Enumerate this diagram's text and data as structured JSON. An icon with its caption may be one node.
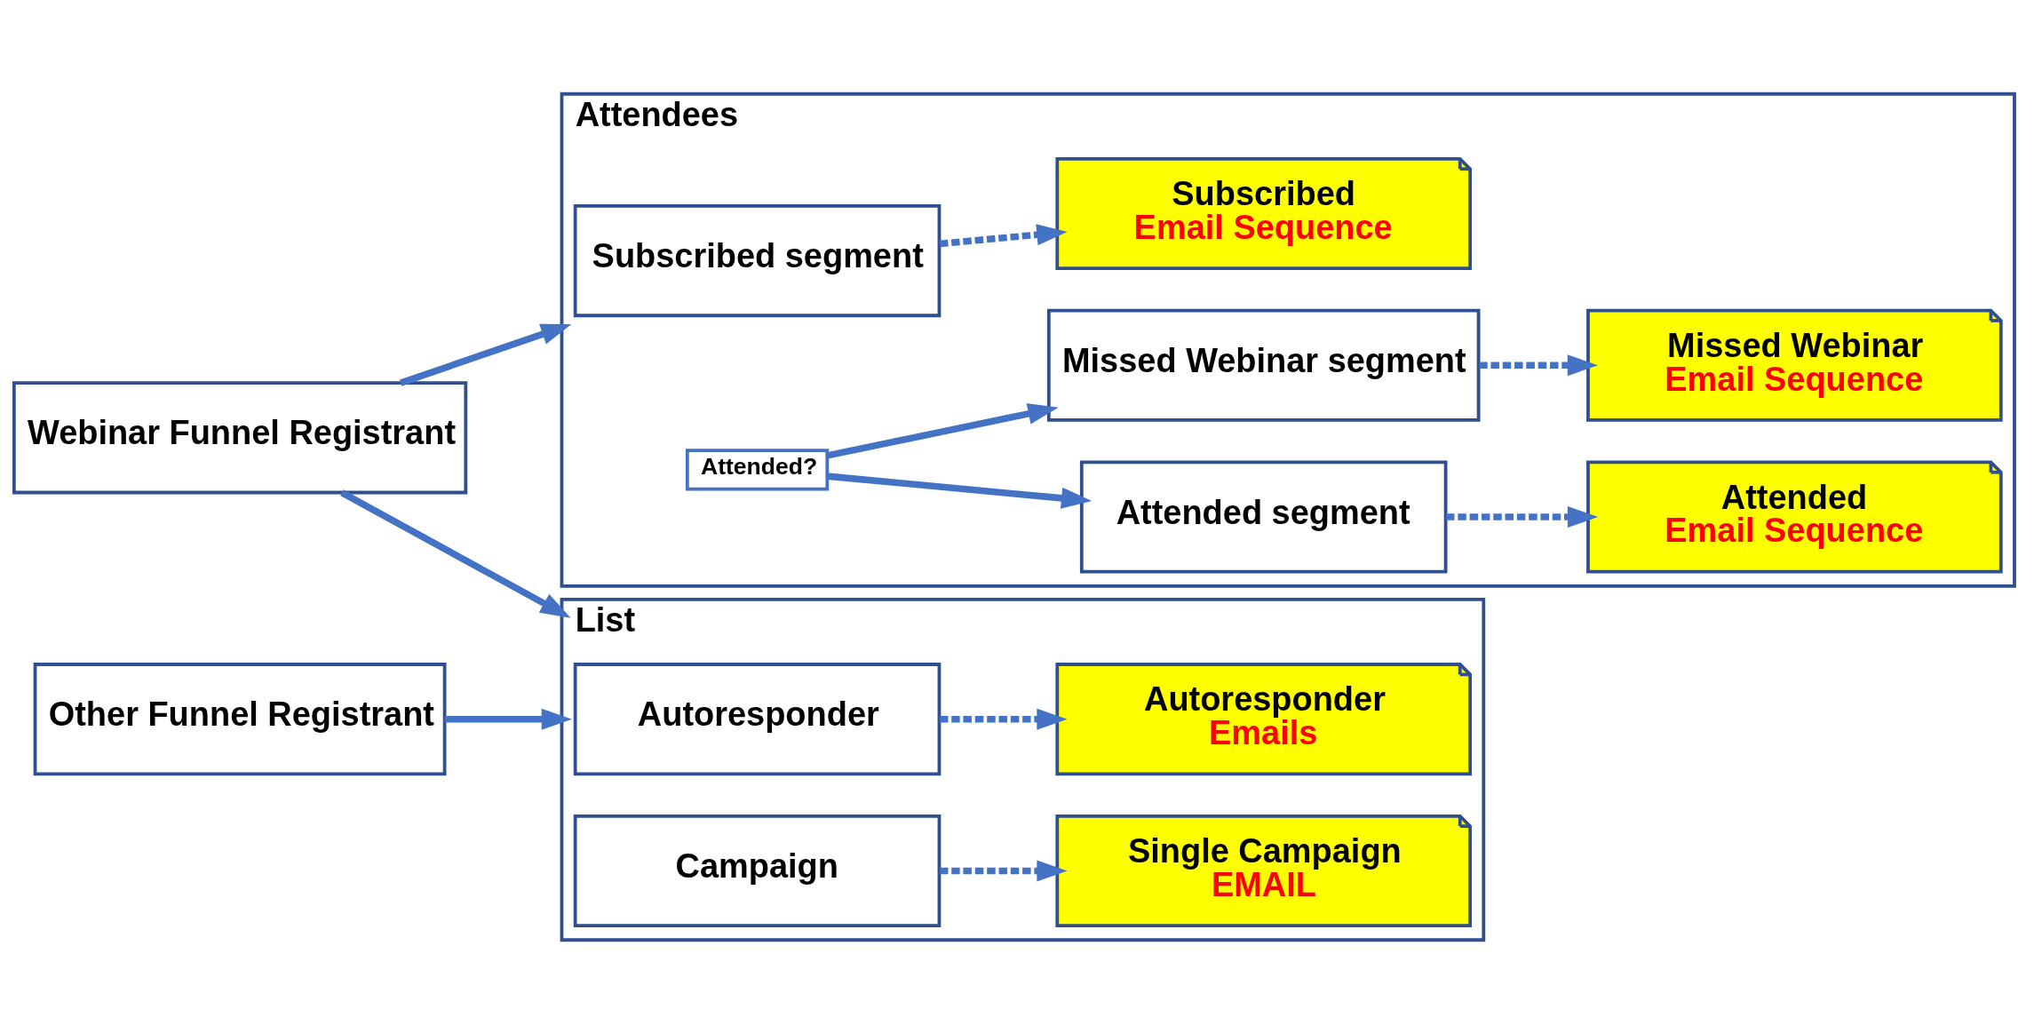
{
  "diagram": {
    "nodes": [
      {
        "text": [
          "Webinar Funnel Registrant"
        ]
      },
      {
        "text": [
          "Other Funnel Registrant"
        ]
      },
      {
        "text": [
          "Attendees"
        ]
      },
      {
        "text": [
          "Subscribed segment"
        ],
        "in": 2
      },
      {
        "text": [
          "Subscribed",
          "Email Sequence"
        ],
        "in": 2
      },
      {
        "text": [
          "Attended?"
        ],
        "in": 2
      },
      {
        "text": [
          "Attended segment"
        ],
        "in": 2
      },
      {
        "text": [
          "Attended",
          "Email Sequence"
        ],
        "in": 2
      },
      {
        "text": [
          "Missed Webinar segment"
        ],
        "in": 2
      },
      {
        "text": [
          "Missed Webinar",
          "Email Sequence"
        ],
        "in": 2
      },
      {
        "text": [
          "List"
        ]
      },
      {
        "text": [
          "Autoresponder"
        ],
        "in": 10
      },
      {
        "text": [
          "Autoresponder",
          "Emails"
        ],
        "in": 10
      },
      {
        "text": [
          "Campaign"
        ],
        "in": 10
      },
      {
        "text": [
          "Single Campaign",
          "EMAIL"
        ],
        "in": 10
      }
    ],
    "edges": [
      {
        "from": 0,
        "to": 2,
        "arrow": "to"
      },
      {
        "from": 0,
        "to": 10,
        "arrow": "to"
      },
      {
        "from": 1,
        "to": 10,
        "arrow": "to"
      },
      {
        "from": 3,
        "to": 4,
        "arrow": "to",
        "style": "dashed"
      },
      {
        "from": 5,
        "to": 6,
        "arrow": "to"
      },
      {
        "from": 5,
        "to": 8,
        "arrow": "to"
      },
      {
        "from": 6,
        "to": 7,
        "arrow": "to",
        "style": "dashed"
      },
      {
        "from": 8,
        "to": 9,
        "arrow": "to",
        "style": "dashed"
      },
      {
        "from": 11,
        "to": 12,
        "arrow": "to",
        "style": "dashed"
      },
      {
        "from": 13,
        "to": 14,
        "arrow": "to",
        "style": "dashed"
      }
    ]
  }
}
